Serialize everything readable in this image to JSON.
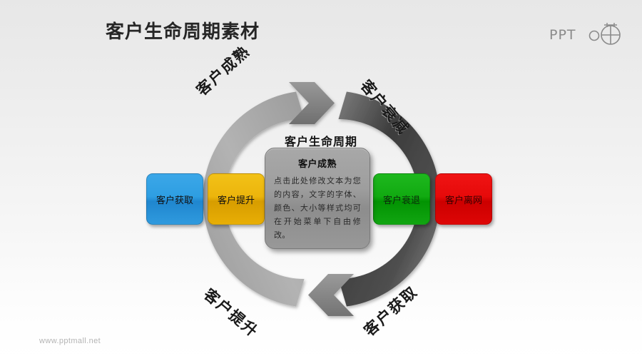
{
  "slide": {
    "title": "客户生命周期素材",
    "footer_url": "www.pptmall.net",
    "background_from": "#e7e7e7",
    "background_to": "#ffffff"
  },
  "brand": {
    "logo_text": "PPT",
    "logo_icon": "pptmall-circle-logo"
  },
  "cycle": {
    "center_heading": "客户生命周期",
    "card": {
      "title": "客户成熟",
      "body": "点击此处修改文本为您的内容，文字的字体、颜色、大小等样式均可在开始菜单下自由修改。"
    },
    "arc_labels": [
      {
        "id": "mature",
        "text": "客户成熟",
        "position": "top-left",
        "rotation_deg": -42
      },
      {
        "id": "decay",
        "text": "客户衰减",
        "position": "top-right",
        "rotation_deg": 50
      },
      {
        "id": "uplift",
        "text": "客户提升",
        "position": "bottom-left",
        "rotation_deg": 40
      },
      {
        "id": "acquire",
        "text": "客户获取",
        "position": "bottom-right",
        "rotation_deg": -42
      }
    ],
    "ring": {
      "arrow_top_direction": "right",
      "arrow_bottom_direction": "left",
      "left_arc_color": "#a6a6a6",
      "right_arc_color": "#4a4a4a",
      "arrow_color": "#8c8c8c"
    }
  },
  "stages": [
    {
      "id": "acquire",
      "label": "客户获取",
      "color": "#2e9ee2"
    },
    {
      "id": "uplift",
      "label": "客户提升",
      "color": "#ecb50c"
    },
    {
      "id": "decline",
      "label": "客户衰退",
      "color": "#11aa11"
    },
    {
      "id": "churn",
      "label": "客户离网",
      "color": "#e60a0a"
    }
  ]
}
